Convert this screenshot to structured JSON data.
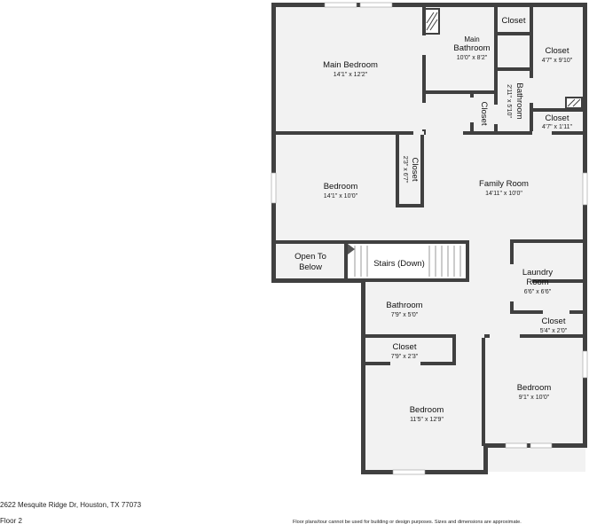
{
  "colors": {
    "wall": "#404040",
    "floor": "#f2f2f2",
    "text": "#111111"
  },
  "rooms": {
    "main_bedroom": {
      "name": "Main Bedroom",
      "dim": "14'1\" x 12'2\""
    },
    "main_bathroom": {
      "name1": "Main",
      "name2": "Bathroom",
      "dim": "10'0\" x 8'2\""
    },
    "closet_top": {
      "name": "Closet"
    },
    "closet_right": {
      "name": "Closet",
      "dim": "4'7\" x 9'10\""
    },
    "bathroom_small": {
      "name": "Bathroom",
      "dim": "2'11\" x 5'10\""
    },
    "closet_vertical": {
      "name": "Closet"
    },
    "closet_small_right": {
      "name": "Closet",
      "dim": "4'7\" x 1'11\""
    },
    "bedroom_left": {
      "name": "Bedroom",
      "dim": "14'1\" x 10'0\""
    },
    "closet_mid": {
      "name": "Closet",
      "dim": "2'3\" x 6'7\""
    },
    "family_room": {
      "name": "Family Room",
      "dim": "14'11\" x 10'0\""
    },
    "open_to_below": {
      "name1": "Open To",
      "name2": "Below"
    },
    "stairs": {
      "name": "Stairs (Down)"
    },
    "laundry": {
      "name1": "Laundry",
      "name2": "Room",
      "dim": "6'6\" x 6'6\""
    },
    "bathroom_lower": {
      "name": "Bathroom",
      "dim": "7'9\" x 5'0\""
    },
    "closet_laundry": {
      "name": "Closet",
      "dim": "5'4\" x 2'0\""
    },
    "closet_lower": {
      "name": "Closet",
      "dim": "7'9\" x 2'3\""
    },
    "bedroom_right": {
      "name": "Bedroom",
      "dim": "9'1\" x 10'0\""
    },
    "bedroom_bottom": {
      "name": "Bedroom",
      "dim": "11'5\" x 12'9\""
    }
  },
  "footer": {
    "address": "2622 Mesquite Ridge Dr, Houston, TX 77073",
    "floor": "Floor 2",
    "disclaimer": "Floor plans/tour cannot be used for building or design purposes. Sizes and dimensions are approximate."
  }
}
